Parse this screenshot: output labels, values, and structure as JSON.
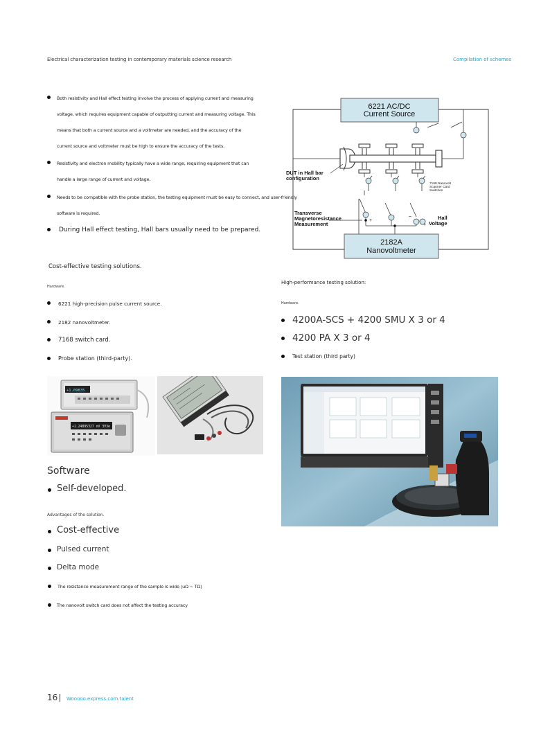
{
  "header": {
    "left": "Electrical characterization testing in contemporary materials science research",
    "right": "Compilation of schemes"
  },
  "intro_bullets": [
    {
      "lines": [
        "Both resistivity and Hall effect testing involve the process of applying current and measuring",
        "voltage, which requires equipment capable of outputting current and measuring voltage. This",
        "means that both a current source and a voltmeter are needed, and the accuracy of the",
        "current source and voltmeter must be high to ensure the accuracy of the tests."
      ]
    },
    {
      "lines": [
        "Resistivity and electron mobility typically have a wide range, requiring equipment that can",
        "handle a large range of current and voltage."
      ]
    },
    {
      "lines": [
        "Needs to be compatible with the probe station, the testing equipment must be easy to connect, and user-friendly",
        "software is required."
      ]
    },
    {
      "lines": [
        "During Hall effect testing, Hall bars usually need to be prepared."
      ]
    }
  ],
  "diagram": {
    "current_source": [
      "6221 AC/DC",
      "Current Source"
    ],
    "dut_label": [
      "DUT in Hall bar",
      "configuration"
    ],
    "switch_label": [
      "7168 Nanovolt",
      "Scanner Card",
      "Switches"
    ],
    "transverse_label": [
      "Transverse",
      "Magnetoresistance",
      "Measurement"
    ],
    "hall_label": [
      "Hall",
      "Voltage"
    ],
    "plus": "+",
    "minus": "–",
    "nanovoltmeter": [
      "2182A",
      "Nanovoltmeter"
    ]
  },
  "cost_effective": {
    "title": "Cost-effective testing solutions.",
    "hardware_label": "Hardware.",
    "items": [
      "6221 high-precision pulse current source.",
      "2182 nanovoltmeter.",
      "7168 switch card.",
      "Probe station (third-party)."
    ]
  },
  "high_performance": {
    "title": "High-performance testing solution:",
    "hardware_label": "Hardware.",
    "items_large": [
      "4200A-SCS + 4200 SMU X 3 or 4",
      "4200 PA X 3 or 4"
    ],
    "items_small": [
      "Test station (third party)"
    ]
  },
  "instrument_display": [
    "+1.09835",
    "+1.24895327 nV 3V3e"
  ],
  "software": {
    "title": "Software",
    "items": [
      "Self-developed."
    ]
  },
  "advantages": {
    "title": "Advantages of the solution.",
    "items_large": [
      "Cost-effective"
    ],
    "items_med": [
      "Pulsed current",
      "Delta mode"
    ],
    "items_small": [
      "The resistance measurement range of the sample is wide (uΩ ~ TΩ)",
      "The nanovolt switch card does not affect the testing accuracy"
    ]
  },
  "footer": {
    "page_number": "16",
    "url": "Wooooo.express.com.talent"
  },
  "colors": {
    "accent": "#2aa6c8",
    "diagram_box": "#cfe6ee"
  }
}
